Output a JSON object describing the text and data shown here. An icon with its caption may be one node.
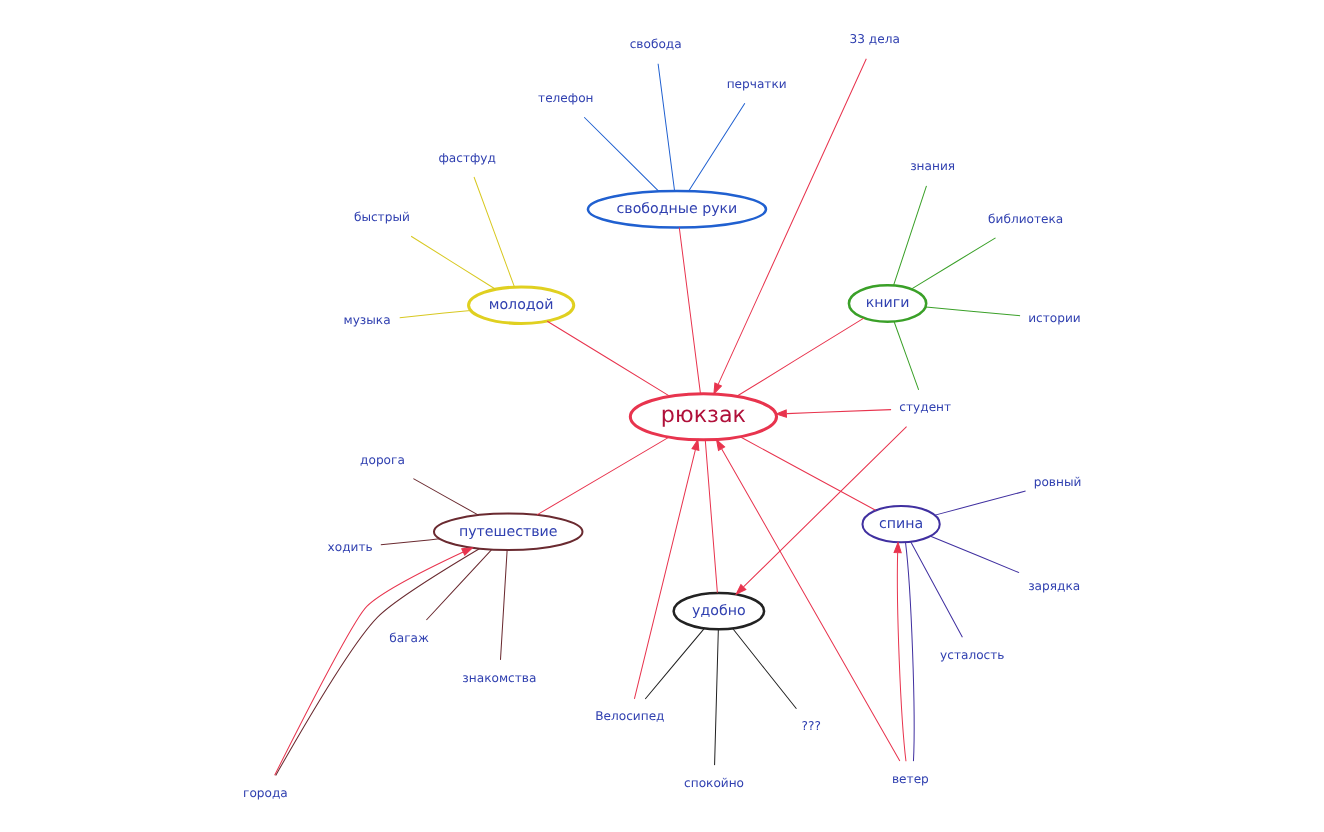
{
  "diagram": {
    "nodes": [
      {
        "text": [
          "Велосипед"
        ]
      },
      {
        "text": [
          "???"
        ]
      },
      {
        "text": [
          "спокойно"
        ]
      },
      {
        "text": [
          "дорога"
        ]
      },
      {
        "text": [
          "города"
        ]
      },
      {
        "text": [
          "студент"
        ]
      },
      {
        "text": [
          "ходить"
        ]
      },
      {
        "text": [
          "удобно"
        ]
      },
      {
        "text": [
          "багаж"
        ]
      },
      {
        "text": [
          "библиотека"
        ]
      },
      {
        "text": [
          "истории"
        ]
      },
      {
        "text": [
          "путешествие"
        ]
      },
      {
        "text": [
          "знакомства"
        ]
      },
      {
        "text": [
          "знания"
        ]
      },
      {
        "text": [
          "книги"
        ]
      },
      {
        "text": [
          "рюкзак"
        ]
      },
      {
        "text": [
          "зарядка"
        ]
      },
      {
        "text": [
          "быстрый"
        ]
      },
      {
        "text": [
          "молодой"
        ]
      },
      {
        "text": [
          "спина"
        ]
      },
      {
        "text": [
          "усталость"
        ]
      },
      {
        "text": [
          "музыка"
        ]
      },
      {
        "text": [
          "ровный"
        ]
      },
      {
        "text": [
          "фастфуд"
        ]
      },
      {
        "text": [
          "свободные руки"
        ]
      },
      {
        "text": [
          "ветер"
        ]
      },
      {
        "text": [
          "33 дела"
        ]
      },
      {
        "text": [
          "свобода"
        ]
      },
      {
        "text": [
          "телефон"
        ]
      },
      {
        "text": [
          "перчатки"
        ]
      }
    ],
    "edges": [
      {
        "from": 15,
        "to": 7,
        "arrow": "none",
        "color": "#e8344e"
      },
      {
        "from": 15,
        "to": 14,
        "arrow": "none",
        "color": "#e8344e"
      },
      {
        "from": 15,
        "to": 11,
        "arrow": "none",
        "color": "#e8344e"
      },
      {
        "from": 15,
        "to": 18,
        "arrow": "none",
        "color": "#e8344e"
      },
      {
        "from": 15,
        "to": 24,
        "arrow": "none",
        "color": "#e8344e"
      },
      {
        "from": 15,
        "to": 19,
        "arrow": "none",
        "color": "#e8344e"
      },
      {
        "from": 7,
        "to": 1,
        "arrow": "none",
        "color": "#222222"
      },
      {
        "from": 7,
        "to": 0,
        "arrow": "none",
        "color": "#222222"
      },
      {
        "from": 7,
        "to": 2,
        "arrow": "none",
        "color": "#222222"
      },
      {
        "from": 14,
        "to": 5,
        "arrow": "none",
        "color": "#3aa028"
      },
      {
        "from": 14,
        "to": 9,
        "arrow": "none",
        "color": "#3aa028"
      },
      {
        "from": 14,
        "to": 10,
        "arrow": "none",
        "color": "#3aa028"
      },
      {
        "from": 14,
        "to": 13,
        "arrow": "none",
        "color": "#3aa028"
      },
      {
        "from": 11,
        "to": 3,
        "arrow": "none",
        "color": "#6a2a30"
      },
      {
        "from": 11,
        "to": 4,
        "arrow": "none",
        "color": "#6a2a30"
      },
      {
        "from": 11,
        "to": 6,
        "arrow": "none",
        "color": "#6a2a30"
      },
      {
        "from": 11,
        "to": 8,
        "arrow": "none",
        "color": "#6a2a30"
      },
      {
        "from": 11,
        "to": 12,
        "arrow": "none",
        "color": "#6a2a30"
      },
      {
        "from": 18,
        "to": 17,
        "arrow": "none",
        "color": "#d8c820"
      },
      {
        "from": 18,
        "to": 21,
        "arrow": "none",
        "color": "#d8c820"
      },
      {
        "from": 18,
        "to": 23,
        "arrow": "none",
        "color": "#d8c820"
      },
      {
        "from": 24,
        "to": 27,
        "arrow": "none",
        "color": "#2060d0"
      },
      {
        "from": 24,
        "to": 28,
        "arrow": "none",
        "color": "#2060d0"
      },
      {
        "from": 24,
        "to": 29,
        "arrow": "none",
        "color": "#2060d0"
      },
      {
        "from": 19,
        "to": 16,
        "arrow": "none",
        "color": "#4030a0"
      },
      {
        "from": 19,
        "to": 20,
        "arrow": "none",
        "color": "#4030a0"
      },
      {
        "from": 19,
        "to": 22,
        "arrow": "none",
        "color": "#4030a0"
      },
      {
        "from": 19,
        "to": 25,
        "arrow": "none",
        "color": "#4030a0"
      },
      {
        "from": 5,
        "to": 7,
        "arrow": "to",
        "color": "#e8344e"
      },
      {
        "from": 5,
        "to": 15,
        "arrow": "to",
        "color": "#e8344e"
      },
      {
        "from": 0,
        "to": 15,
        "arrow": "to",
        "color": "#e8344e"
      },
      {
        "from": 4,
        "to": 11,
        "arrow": "to",
        "color": "#e8344e"
      },
      {
        "from": 26,
        "to": 15,
        "arrow": "to",
        "color": "#e8344e"
      },
      {
        "from": 25,
        "to": 19,
        "arrow": "to",
        "color": "#e8344e"
      },
      {
        "from": 25,
        "to": 15,
        "arrow": "to",
        "color": "#e8344e"
      }
    ]
  }
}
